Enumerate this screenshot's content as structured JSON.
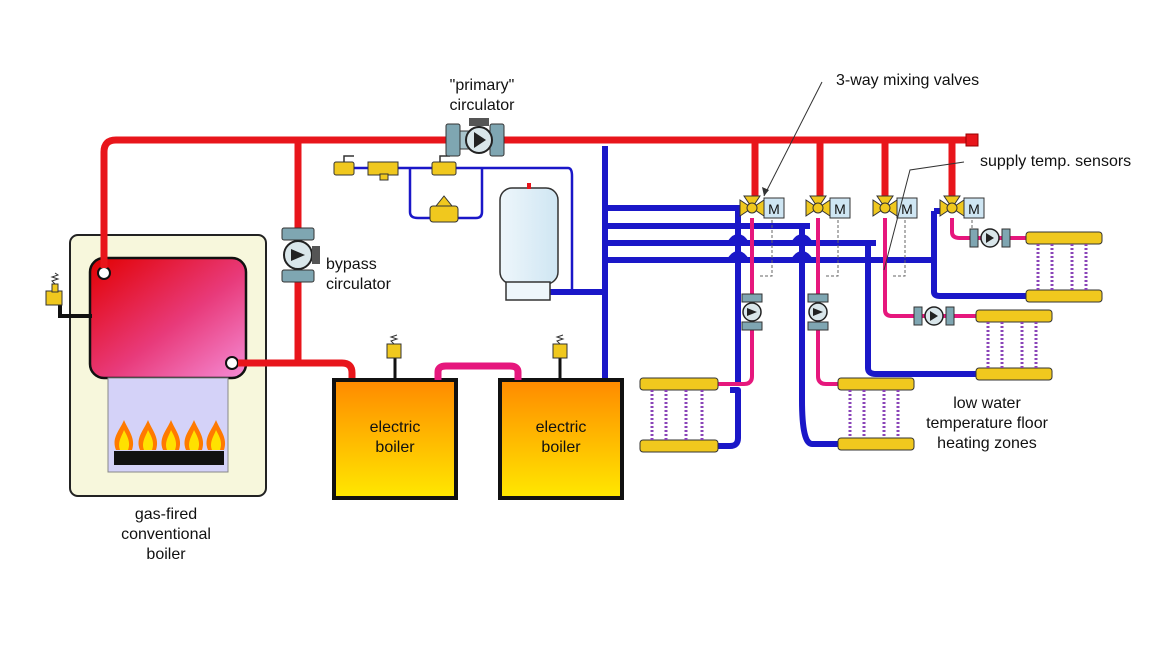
{
  "labels": {
    "primary_circulator": [
      "\"primary\"",
      "circulator"
    ],
    "bypass_circulator": [
      "bypass",
      "circulator"
    ],
    "mixing_valves": "3-way mixing valves",
    "supply_sensors": "supply temp. sensors",
    "gas_boiler": [
      "gas-fired",
      "conventional",
      "boiler"
    ],
    "electric_boiler_1": [
      "electric",
      "boiler"
    ],
    "electric_boiler_2": [
      "electric",
      "boiler"
    ],
    "floor_zones": [
      "low water",
      "temperature floor",
      "heating zones"
    ],
    "motor_letter": "M"
  },
  "colors": {
    "supply": "#e8151b",
    "return": "#1a17c8",
    "mixed": "#e6177d",
    "thin_blue": "#1a17c8",
    "brass": "#f0c81e",
    "boiler_top": "#ff8c00",
    "boiler_bottom": "#ffe600"
  }
}
